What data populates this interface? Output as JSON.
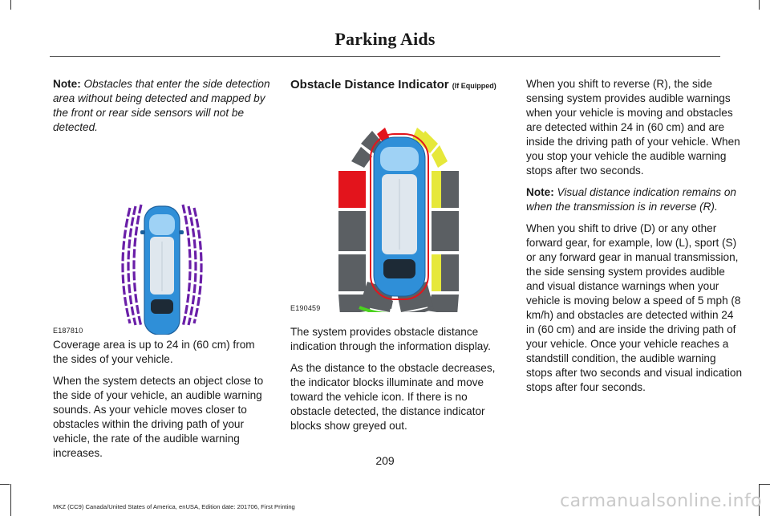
{
  "header": {
    "title": "Parking Aids"
  },
  "column1": {
    "note_label": "Note:",
    "note_text": "Obstacles that enter the side detection area without being detected and mapped by the front or rear side sensors will not be detected.",
    "figure_id": "E187810",
    "paragraphs": [
      "Coverage area is up to 24 in (60 cm) from the sides of your vehicle.",
      "When the system detects an object close to the side of your vehicle, an audible warning sounds. As your vehicle moves closer to obstacles within the driving path of your vehicle, the rate of the audible warning increases."
    ]
  },
  "column2": {
    "heading": "Obstacle Distance Indicator",
    "heading_suffix": "(If Equipped)",
    "figure_id": "E190459",
    "paragraphs": [
      "The system provides obstacle distance indication through the information display.",
      "As the distance to the obstacle decreases, the indicator blocks illuminate and move toward the vehicle icon. If there is no obstacle detected, the distance indicator blocks show greyed out."
    ]
  },
  "column3": {
    "paragraph1": "When you shift to reverse (R), the side sensing system provides audible warnings when your vehicle is moving and obstacles are detected within 24 in (60 cm) and are inside the driving path of your vehicle. When you stop your vehicle the audible warning stops after two seconds.",
    "note_label": "Note:",
    "note_text": "Visual distance indication remains on when the transmission is in reverse (R).",
    "paragraph2": "When you shift to drive (D) or any other forward gear, for example, low (L), sport (S) or any forward gear in manual transmission, the side sensing system provides audible and visual distance warnings when your vehicle is moving below a speed of 5 mph (8 km/h) and obstacles are detected within 24 in (60 cm) and are inside the driving path of your vehicle. Once your vehicle reaches a standstill condition, the audible warning stops after two seconds and visual indication stops after four seconds."
  },
  "page_number": "209",
  "footer": "MKZ (CC9) Canada/United States of America, enUSA, Edition date: 201706, First Printing",
  "watermark": "carmanualsonline.info",
  "colors": {
    "zone_purple": "#6a1fa8",
    "block_grey": "#5b5f63",
    "block_red": "#e3141c",
    "block_yellow": "#e6e83a",
    "block_green": "#4bd21f",
    "car_blue": "#2f8fd8"
  }
}
